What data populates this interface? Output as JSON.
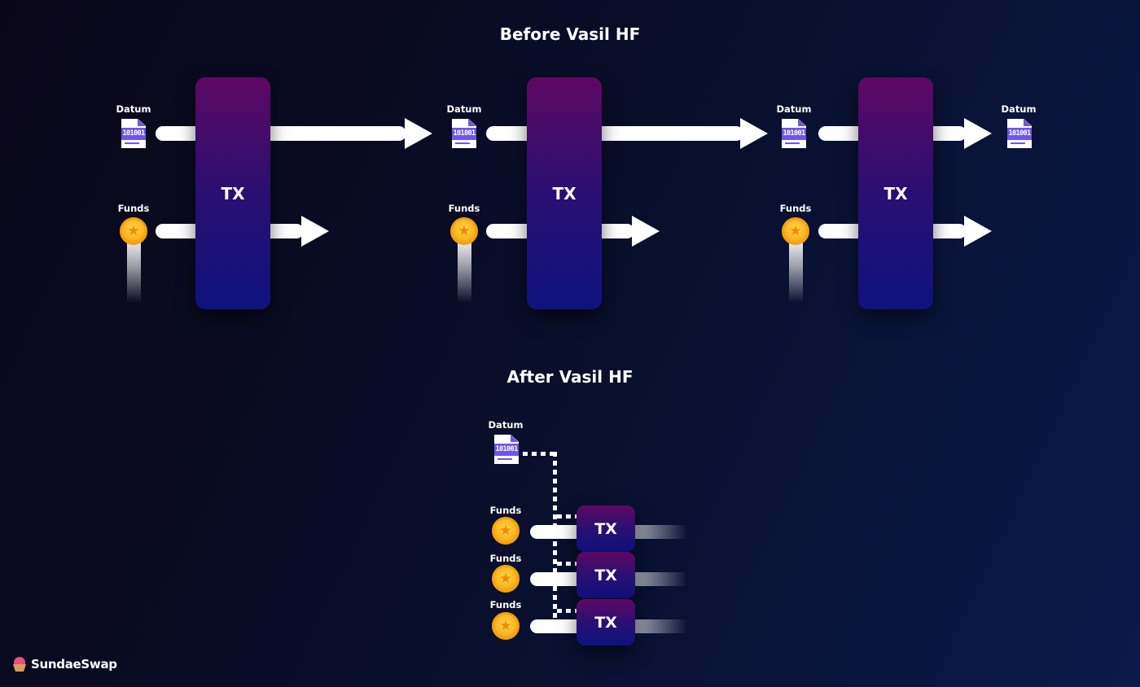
{
  "before": {
    "title": "Before Vasil HF",
    "stages": [
      {
        "datum_label": "Datum",
        "funds_label": "Funds",
        "tx_label": "TX"
      },
      {
        "datum_label": "Datum",
        "funds_label": "Funds",
        "tx_label": "TX"
      },
      {
        "datum_label": "Datum",
        "funds_label": "Funds",
        "tx_label": "TX"
      }
    ],
    "final_datum_label": "Datum"
  },
  "after": {
    "title": "After Vasil HF",
    "datum_label": "Datum",
    "rows": [
      {
        "funds_label": "Funds",
        "tx_label": "TX"
      },
      {
        "funds_label": "Funds",
        "tx_label": "TX"
      },
      {
        "funds_label": "Funds",
        "tx_label": "TX"
      }
    ]
  },
  "icons": {
    "datum": "datum-document-icon",
    "datum_text": "101001",
    "funds": "gold-coin-icon"
  },
  "brand": {
    "logo": "sundae-logo-icon",
    "name": "SundaeSwap"
  },
  "colors": {
    "tx_top": "#5e0863",
    "tx_bottom": "#0f127e",
    "datum_accent": "#6d56e8",
    "coin": "#fbb41f"
  }
}
